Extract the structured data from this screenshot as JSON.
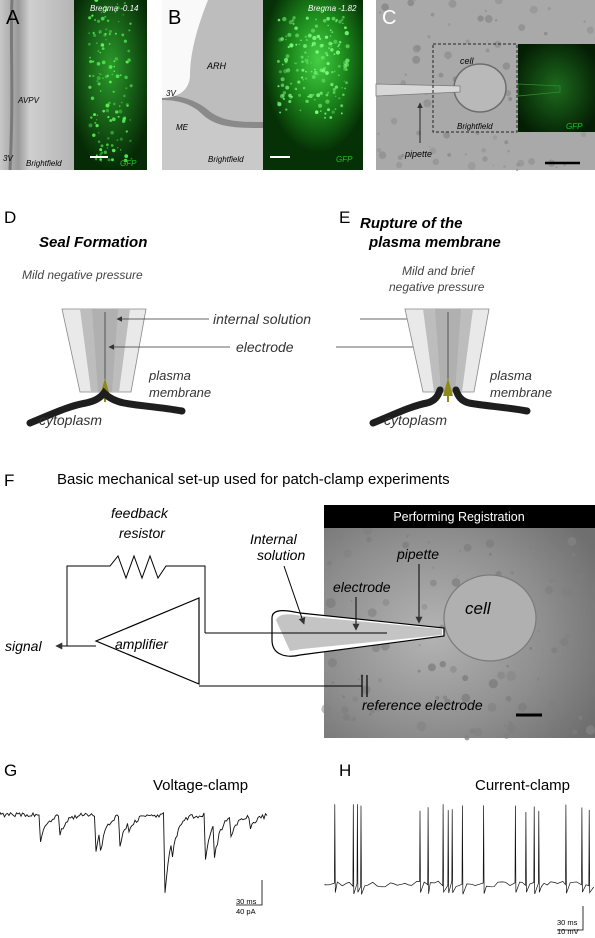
{
  "panel_letters": {
    "a": "A",
    "b": "B",
    "c": "C",
    "d": "D",
    "e": "E",
    "f": "F",
    "g": "G",
    "h": "H"
  },
  "panel_a": {
    "bregma": "Bregma -0.14",
    "avpv": "AVPV",
    "v3": "3V",
    "brightfield": "Brightfield",
    "gfp": "GFP"
  },
  "panel_b": {
    "bregma": "Bregma -1.82",
    "arh": "ARH",
    "v3": "3V",
    "me": "ME",
    "brightfield": "Brightfield",
    "gfp": "GFP"
  },
  "panel_c": {
    "cell": "cell",
    "pipette": "pipette",
    "brightfield": "Brightfield",
    "gfp": "GFP"
  },
  "panel_d": {
    "title": "Seal Formation",
    "pressure": "Mild negative pressure",
    "plasma": "plasma",
    "membrane": "membrane",
    "cytoplasm": "cytoplasm"
  },
  "panel_e": {
    "title_line1": "Rupture of the",
    "title_line2": "plasma membrane",
    "pressure_line1": "Mild and brief",
    "pressure_line2": "negative pressure",
    "plasma": "plasma",
    "membrane": "membrane",
    "cytoplasm": "cytoplasm"
  },
  "shared_labels": {
    "internal_solution": "internal solution",
    "electrode": "electrode"
  },
  "panel_f": {
    "title": "Basic mechanical set-up used for patch-clamp experiments",
    "feedback1": "feedback",
    "feedback2": "resistor",
    "internal1": "Internal",
    "internal2": "solution",
    "electrode": "electrode",
    "pipette": "pipette",
    "cell": "cell",
    "amplifier": "amplifier",
    "signal": "signal",
    "reference": "reference electrode",
    "banner": "Performing Registration"
  },
  "panel_g": {
    "title": "Voltage-clamp",
    "scale_time": "30 ms",
    "scale_amp": "40 pA"
  },
  "panel_h": {
    "title": "Current-clamp",
    "scale_time": "30 ms",
    "scale_amp": "10 mV"
  },
  "colors": {
    "gfp": "#27c027",
    "arrow_olive": "#8c8a1a",
    "pipette_grey": "#bdbdbd",
    "dark_banner": "#000000"
  }
}
